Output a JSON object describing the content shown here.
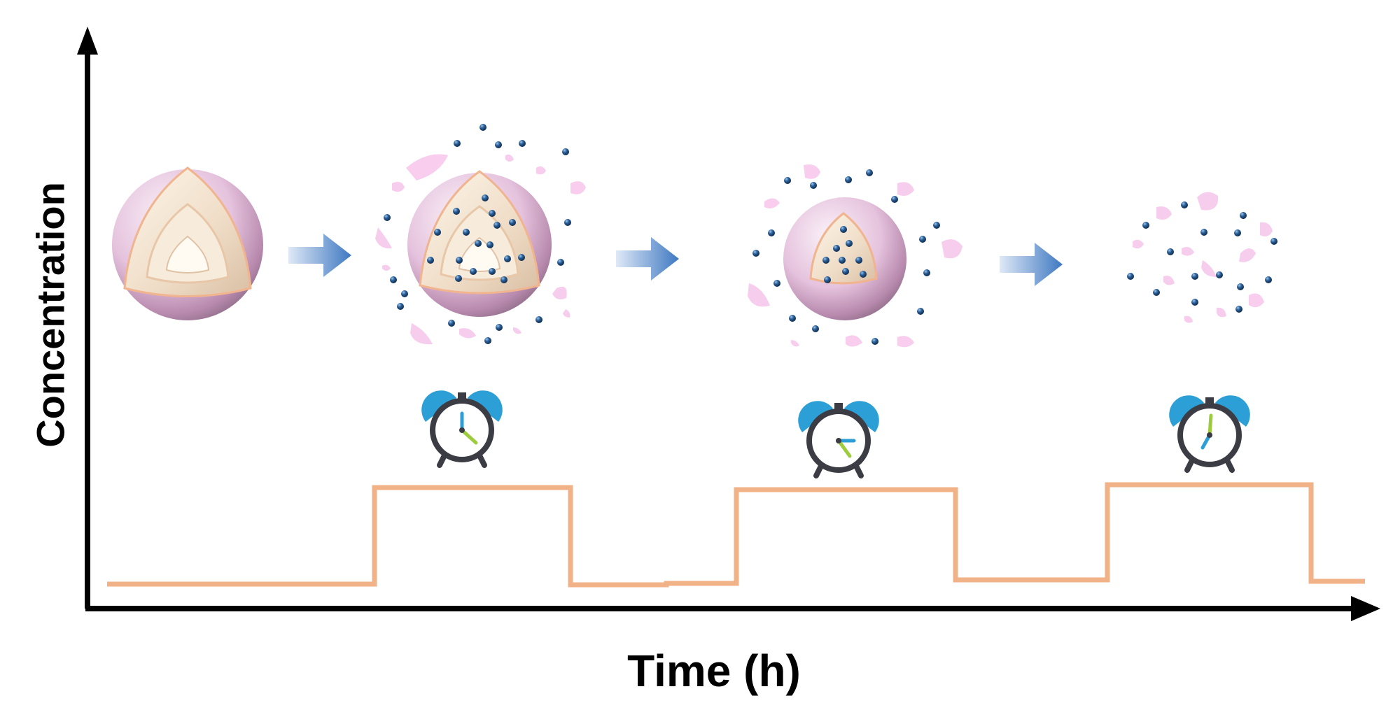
{
  "figure": {
    "x_axis_label": "Time (h)",
    "y_axis_label": "Concentration"
  },
  "stages": [
    {
      "name": "intact-multishell-particle",
      "shells": 3
    },
    {
      "name": "releasing-outer-shell",
      "shells": 3
    },
    {
      "name": "releasing-middle-shell",
      "shells": 1
    },
    {
      "name": "fully-degraded",
      "shells": 0
    }
  ],
  "pulses": [
    {
      "clock": "clock-1"
    },
    {
      "clock": "clock-2"
    },
    {
      "clock": "clock-3"
    }
  ],
  "colors": {
    "release_profile": "#f2b287",
    "arrow": "#4a82c8",
    "drug_dot": "#1f4f86",
    "fragment": "#f7c8ec",
    "clock_bells": "#2b9fd6",
    "clock_body": "#3c3c44",
    "axis": "#000000"
  },
  "icons": [
    "alarm-clock-icon",
    "right-arrow-icon"
  ]
}
